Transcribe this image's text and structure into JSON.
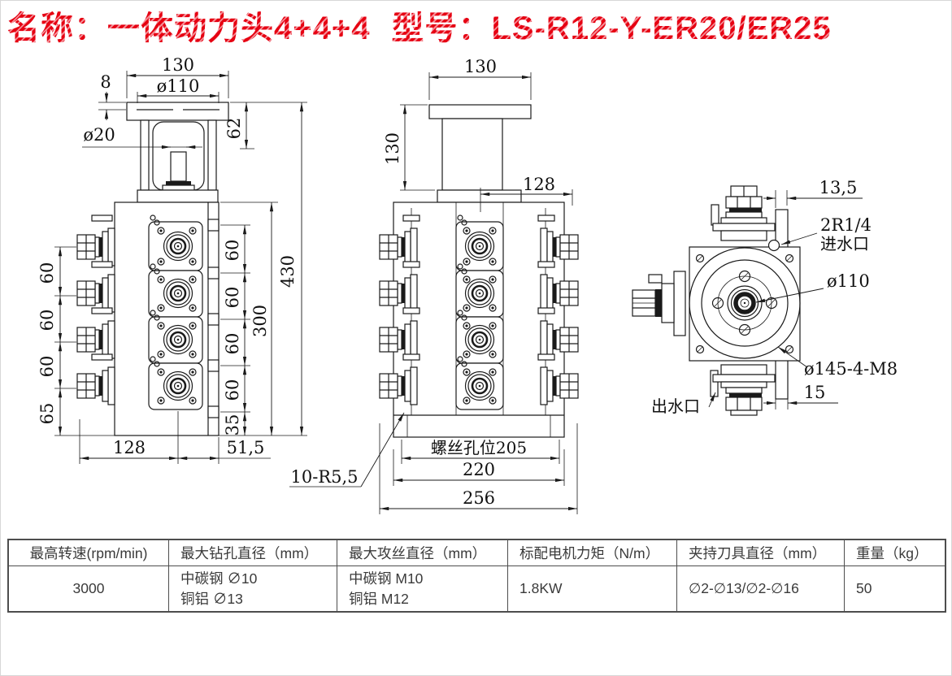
{
  "title": {
    "name_label": "名称：一体动力头4+4+4",
    "model_label": "型号：LS-R12-Y-ER20/ER25",
    "accent_color": "#e60012"
  },
  "drawing": {
    "front_view": {
      "top_width": "130",
      "flange_bore": "ø110",
      "lip_thickness": "8",
      "shaft_dia": "ø20",
      "column_height": "62",
      "left_spacings": [
        "60",
        "60",
        "60",
        "65"
      ],
      "right_spacings": [
        "60",
        "60",
        "60",
        "60",
        "35"
      ],
      "body_height": "300",
      "total_height": "430",
      "bottom_left": "128",
      "bottom_right": "51,5"
    },
    "side_view": {
      "top_width": "130",
      "column_height": "130",
      "spindle_offset": "128",
      "screw_holes": "螺丝孔位205",
      "body_width": "220",
      "overall_width": "256",
      "corner_note": "10-R5,5"
    },
    "rear_view": {
      "plate_offset_top": "13,5",
      "inlet_thread": "2R1/4",
      "inlet_label": "进水口",
      "flange_dia": "ø110",
      "bolt_circle": "ø145-4-M8",
      "plate_offset_bottom": "15",
      "outlet_label": "出水口"
    }
  },
  "spec_table": {
    "columns": [
      {
        "header": "最高转速(rpm/min)",
        "lines": [
          "3000"
        ]
      },
      {
        "header": "最大钻孔直径（mm）",
        "lines": [
          "中碳钢 ∅10",
          "铜铝 ∅13"
        ]
      },
      {
        "header": "最大攻丝直径（mm）",
        "lines": [
          "中碳钢 M10",
          "铜铝 M12"
        ]
      },
      {
        "header": "标配电机力矩（N/m）",
        "lines": [
          "1.8KW"
        ]
      },
      {
        "header": "夹持刀具直径（mm）",
        "lines": [
          "∅2-∅13/∅2-∅16"
        ]
      },
      {
        "header": "重量（kg）",
        "lines": [
          "50"
        ]
      }
    ]
  }
}
